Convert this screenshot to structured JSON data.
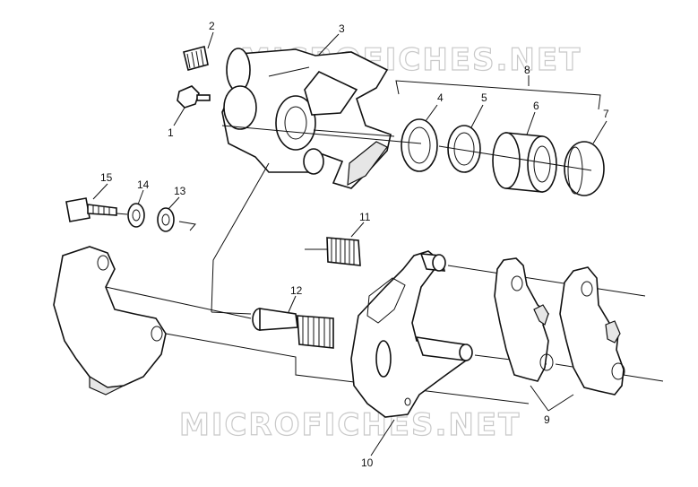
{
  "watermarks": {
    "top": "MICROFICHES.NET",
    "bottom": "MICROFICHES.NET"
  },
  "callouts": {
    "c1": "1",
    "c2": "2",
    "c3": "3",
    "c4": "4",
    "c5": "5",
    "c6": "6",
    "c7": "7",
    "c8": "8",
    "c9": "9",
    "c10": "10",
    "c11": "11",
    "c12": "12",
    "c13": "13",
    "c14": "14",
    "c15": "15"
  }
}
